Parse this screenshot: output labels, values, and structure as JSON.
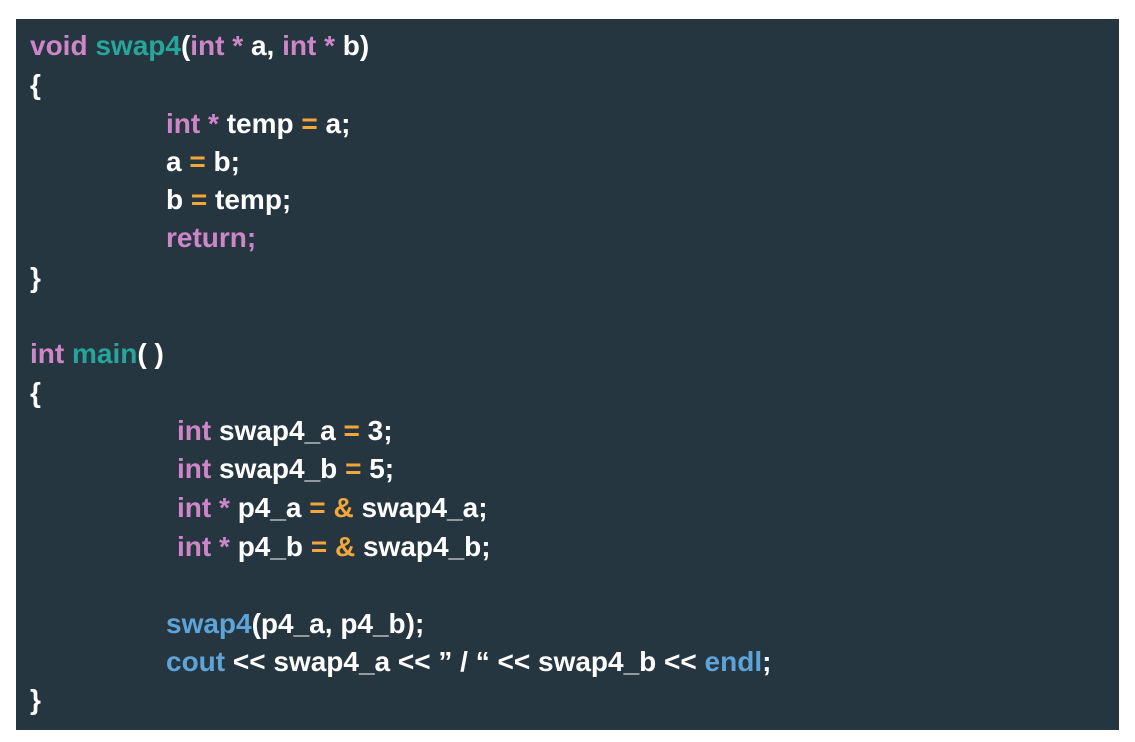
{
  "colors": {
    "background": "#263640",
    "keyword": "#cf86c8",
    "function_name": "#26a69a",
    "call": "#5ea4d8",
    "operator": "#f2a63b",
    "text": "#ffffff"
  },
  "code": {
    "lines": [
      {
        "tokens": [
          {
            "t": "void ",
            "c": "kw"
          },
          {
            "t": "swap4",
            "c": "fn"
          },
          {
            "t": "(",
            "c": "plain"
          },
          {
            "t": "int",
            "c": "kw"
          },
          {
            "t": " * ",
            "c": "kw"
          },
          {
            "t": "a, ",
            "c": "plain"
          },
          {
            "t": "int",
            "c": "kw"
          },
          {
            "t": " * ",
            "c": "kw"
          },
          {
            "t": "b)",
            "c": "plain"
          }
        ]
      },
      {
        "tokens": [
          {
            "t": "{",
            "c": "plain"
          }
        ]
      },
      {
        "tokens": [
          {
            "t": "int",
            "c": "kw"
          },
          {
            "t": " * ",
            "c": "kw"
          },
          {
            "t": "temp ",
            "c": "plain"
          },
          {
            "t": "=",
            "c": "op"
          },
          {
            "t": " a;",
            "c": "plain"
          }
        ]
      },
      {
        "tokens": [
          {
            "t": "a ",
            "c": "plain"
          },
          {
            "t": "=",
            "c": "op"
          },
          {
            "t": " b;",
            "c": "plain"
          }
        ]
      },
      {
        "tokens": [
          {
            "t": "b ",
            "c": "plain"
          },
          {
            "t": "=",
            "c": "op"
          },
          {
            "t": " temp;",
            "c": "plain"
          }
        ]
      },
      {
        "tokens": [
          {
            "t": "return;",
            "c": "kw"
          }
        ]
      },
      {
        "tokens": [
          {
            "t": "}",
            "c": "plain"
          }
        ]
      },
      {
        "tokens": [
          {
            "t": "int ",
            "c": "kw"
          },
          {
            "t": "main",
            "c": "fn"
          },
          {
            "t": "( )",
            "c": "plain"
          }
        ]
      },
      {
        "tokens": [
          {
            "t": "{",
            "c": "plain"
          }
        ]
      },
      {
        "tokens": [
          {
            "t": "int ",
            "c": "kw"
          },
          {
            "t": "swap4_a ",
            "c": "plain"
          },
          {
            "t": "=",
            "c": "op"
          },
          {
            "t": " 3;",
            "c": "plain"
          }
        ]
      },
      {
        "tokens": [
          {
            "t": "int ",
            "c": "kw"
          },
          {
            "t": "swap4_b ",
            "c": "plain"
          },
          {
            "t": "=",
            "c": "op"
          },
          {
            "t": " 5;",
            "c": "plain"
          }
        ]
      },
      {
        "tokens": [
          {
            "t": "int",
            "c": "kw"
          },
          {
            "t": " * ",
            "c": "kw"
          },
          {
            "t": "p4_a ",
            "c": "plain"
          },
          {
            "t": "=",
            "c": "op"
          },
          {
            "t": " ",
            "c": "plain"
          },
          {
            "t": "&",
            "c": "op"
          },
          {
            "t": " swap4_a;",
            "c": "plain"
          }
        ]
      },
      {
        "tokens": [
          {
            "t": "int",
            "c": "kw"
          },
          {
            "t": " * ",
            "c": "kw"
          },
          {
            "t": "p4_b ",
            "c": "plain"
          },
          {
            "t": "=",
            "c": "op"
          },
          {
            "t": " ",
            "c": "plain"
          },
          {
            "t": "&",
            "c": "op"
          },
          {
            "t": " swap4_b;",
            "c": "plain"
          }
        ]
      },
      {
        "tokens": [
          {
            "t": "swap4",
            "c": "call"
          },
          {
            "t": "(p4_a, p4_b);",
            "c": "plain"
          }
        ]
      },
      {
        "tokens": [
          {
            "t": "cout",
            "c": "call"
          },
          {
            "t": " << swap4_a << ",
            "c": "plain"
          },
          {
            "t": "” / “",
            "c": "plain"
          },
          {
            "t": " << swap4_b << ",
            "c": "plain"
          },
          {
            "t": "endl",
            "c": "call"
          },
          {
            "t": ";",
            "c": "plain"
          }
        ]
      },
      {
        "tokens": [
          {
            "t": "}",
            "c": "plain"
          }
        ]
      }
    ]
  }
}
